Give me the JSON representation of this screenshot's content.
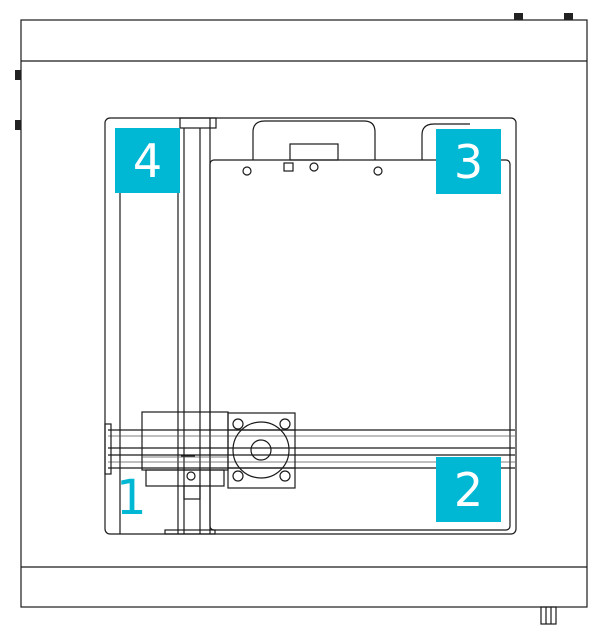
{
  "diagram": {
    "subject": "printer-top-view",
    "accent_color": "#00b7d4",
    "labels": [
      {
        "id": "1",
        "text": "1"
      },
      {
        "id": "2",
        "text": "2"
      },
      {
        "id": "3",
        "text": "3"
      },
      {
        "id": "4",
        "text": "4"
      }
    ]
  }
}
